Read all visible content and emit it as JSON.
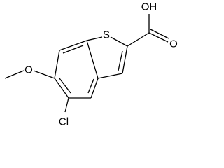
{
  "structure": {
    "atom_labels": {
      "sulfur": "S",
      "hydroxyl": "OH",
      "carbonyl_oxygen": "O",
      "methoxy_oxygen": "O",
      "chlorine": "Cl"
    }
  }
}
